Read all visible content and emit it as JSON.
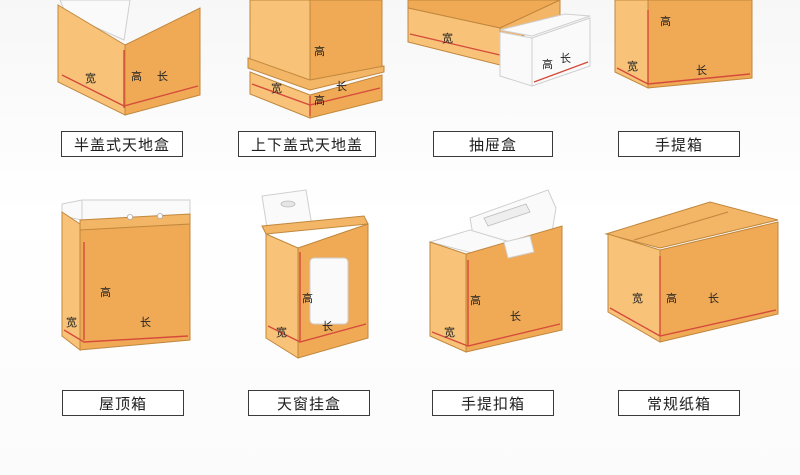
{
  "accent_color": "#f8c378",
  "dimension_line_color": "#d54b3b",
  "boxes": [
    {
      "name": "半盖式天地盒",
      "dims": {
        "w": "宽",
        "h": "高",
        "l": "长"
      }
    },
    {
      "name": "上下盖式天地盖",
      "dims": {
        "w": "宽",
        "h": "高",
        "l": "长"
      }
    },
    {
      "name": "抽屉盒",
      "dims": {
        "w": "宽",
        "h": "高",
        "l": "长"
      }
    },
    {
      "name": "手提箱",
      "dims": {
        "w": "宽",
        "h": "高",
        "l": "长"
      }
    },
    {
      "name": "屋顶箱",
      "dims": {
        "w": "宽",
        "h": "高",
        "l": "长"
      }
    },
    {
      "name": "天窗挂盒",
      "dims": {
        "w": "宽",
        "h": "高",
        "l": "长"
      }
    },
    {
      "name": "手提扣箱",
      "dims": {
        "w": "宽",
        "h": "高",
        "l": "长"
      }
    },
    {
      "name": "常规纸箱",
      "dims": {
        "w": "宽",
        "h": "高",
        "l": "长"
      }
    }
  ]
}
